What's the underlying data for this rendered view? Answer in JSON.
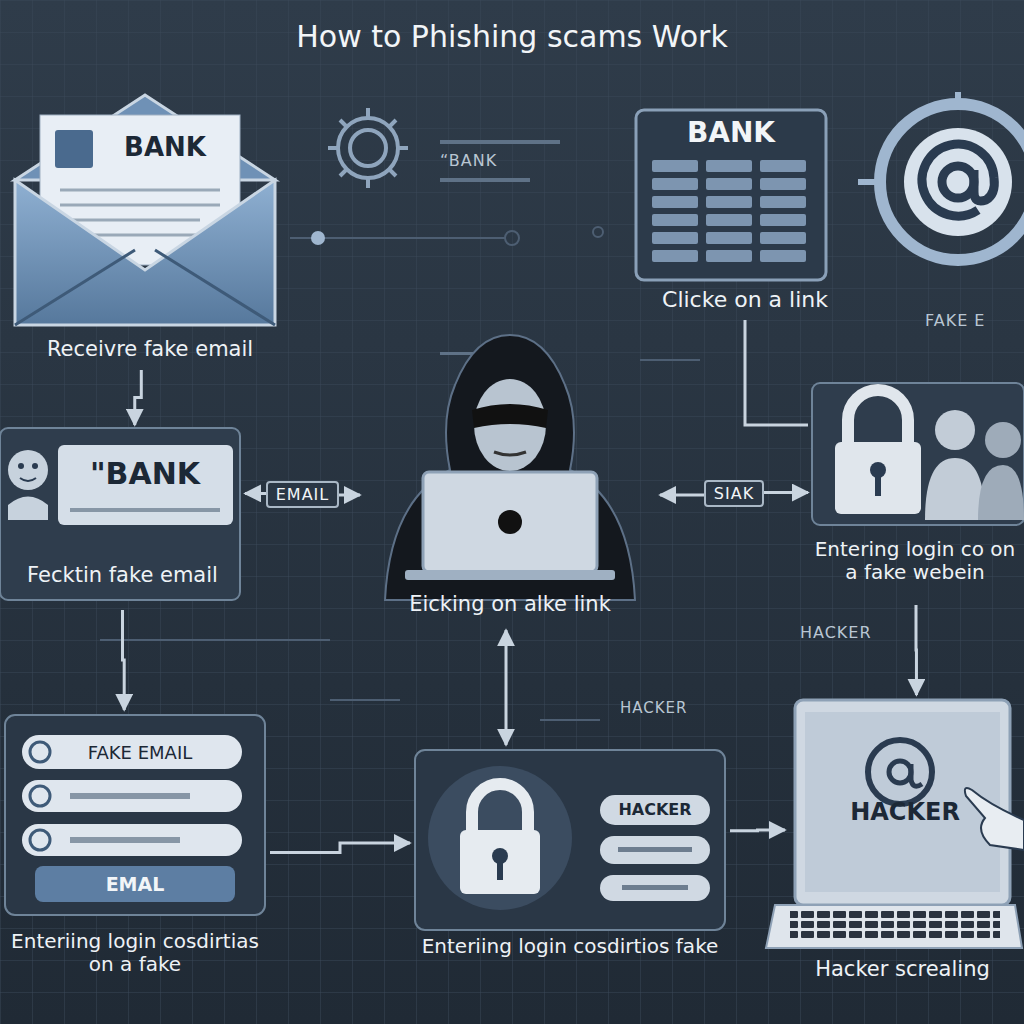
{
  "diagram": {
    "title": "How to Phishing scams Work",
    "nodes": [
      {
        "text": [
          "BANK",
          "Receivre fake email"
        ]
      },
      {
        "text": [
          "BANK",
          "Clicke on a link"
        ]
      },
      {
        "text": [
          "\"BANK",
          "Fecktin fake email"
        ]
      },
      {
        "text": [
          "Eicking on alke link"
        ]
      },
      {
        "text": [
          "Entering login co on a fake webein"
        ]
      },
      {
        "text": [
          "FAKE EMAIL",
          "EMAL",
          "Enteriing login cosdirtias on a fake"
        ]
      },
      {
        "text": [
          "HACKER",
          "Enteriing login cosdirtios fake"
        ]
      },
      {
        "text": [
          "HACKER",
          "Hacker screaling"
        ]
      }
    ],
    "edges": [
      {
        "from": 0,
        "to": 2,
        "arrow": "to"
      },
      {
        "from": 2,
        "to": 3,
        "label": "EMAIL",
        "arrow": "both"
      },
      {
        "from": 3,
        "to": 4,
        "label": "SIAK",
        "arrow": "both"
      },
      {
        "from": 2,
        "to": 5,
        "arrow": "to"
      },
      {
        "from": 5,
        "to": 6,
        "arrow": "to"
      },
      {
        "from": 6,
        "to": 3,
        "arrow": "both"
      },
      {
        "from": 6,
        "to": 7,
        "arrow": "to"
      },
      {
        "from": 4,
        "to": 7,
        "arrow": "to"
      },
      {
        "from": 1,
        "to": 4,
        "arrow": "none"
      }
    ],
    "labels": [
      "“BANK",
      "FAKE E",
      "HACKER",
      "HACKER"
    ]
  }
}
